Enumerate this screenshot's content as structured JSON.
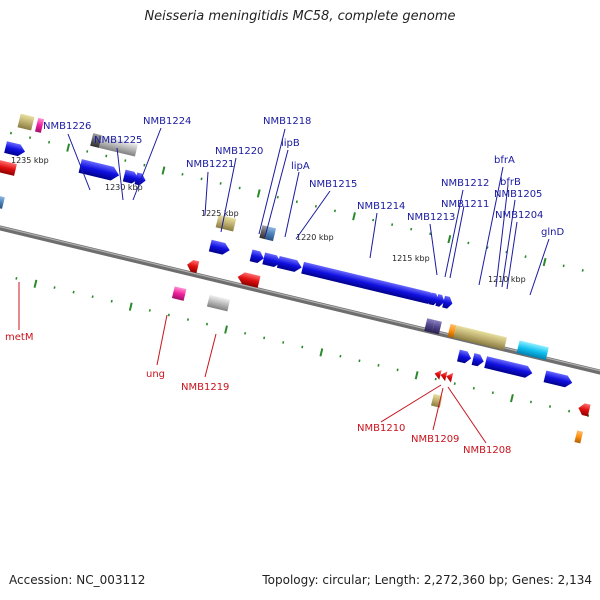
{
  "title": "Neisseria meningitidis MC58, complete genome",
  "footer": {
    "accession": "Accession: NC_003112",
    "summary": "Topology: circular; Length: 2,272,360 bp; Genes: 2,134"
  },
  "colors": {
    "forward_label": "#1a1aa0",
    "reverse_label": "#c8141e",
    "forward_gene": "#1010e0",
    "reverse_gene": "#e01010",
    "backbone": "#8a8a8a",
    "tick": "#2a8a2a"
  },
  "ruler": [
    "1235 kbp",
    "1230 kbp",
    "1225 kbp",
    "1220 kbp",
    "1215 kbp",
    "1210 kbp"
  ],
  "forward_labels": [
    "NMB1226",
    "NMB1225",
    "NMB1224",
    "NMB1221",
    "NMB1220",
    "NMB1218",
    "lipB",
    "lipA",
    "NMB1215",
    "NMB1214",
    "NMB1213",
    "NMB1212",
    "NMB1211",
    "bfrA",
    "bfrB",
    "NMB1205",
    "NMB1204",
    "glnD"
  ],
  "reverse_labels": [
    "metM",
    "ung",
    "NMB1219",
    "NMB1210",
    "NMB1209",
    "NMB1208"
  ]
}
